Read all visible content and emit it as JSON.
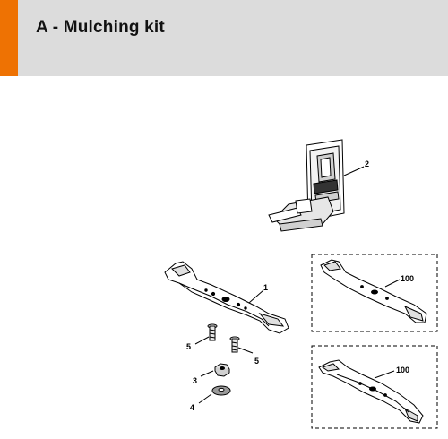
{
  "header": {
    "title": "A - Mulching kit",
    "accent_color": "#ee7203",
    "background_color": "#dcdcdc"
  },
  "callouts": {
    "mulch_insert": "2",
    "blade": "1",
    "bolt_left": "5",
    "bolt_right": "5",
    "nut": "3",
    "washer": "4",
    "alt_blade_top": "100",
    "alt_blade_bottom": "100"
  }
}
